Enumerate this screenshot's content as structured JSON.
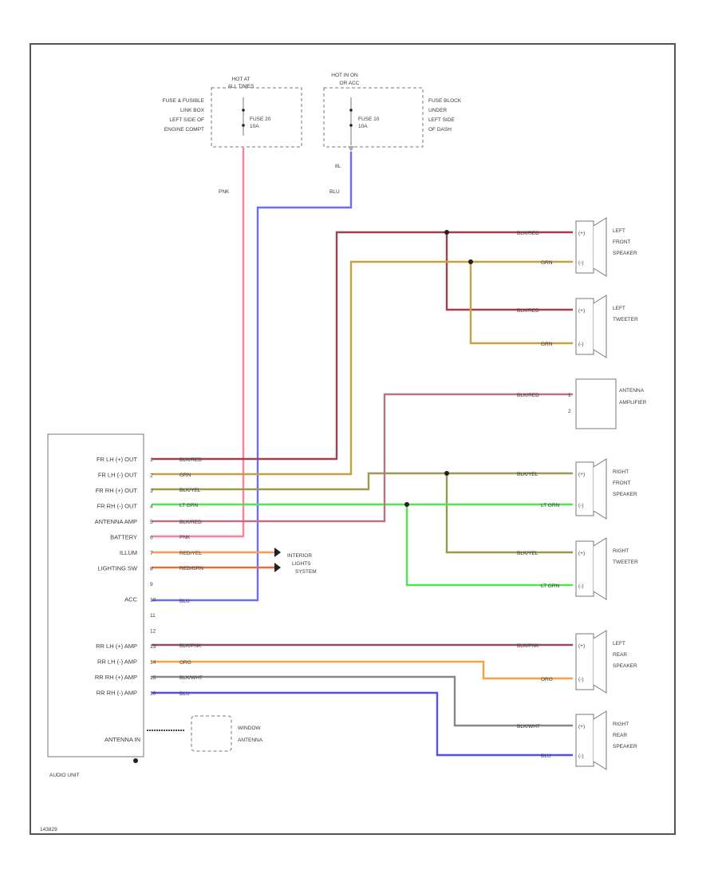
{
  "diagram": {
    "fuse_left": {
      "header": [
        "HOT AT",
        "ALL TIMES"
      ],
      "fuse": [
        "FUSE 20",
        "10A"
      ],
      "location": [
        "FUSE & FUSIBLE",
        "LINK BOX",
        "LEFT SIDE OF",
        "ENGINE COMPT"
      ]
    },
    "fuse_right": {
      "header": [
        "HOT IN ON",
        "OR ACC"
      ],
      "fuse": [
        "FUSE 10",
        "10A"
      ],
      "location": [
        "FUSE BLOCK",
        "UNDER",
        "LEFT SIDE",
        "OF DASH"
      ],
      "connector": "8L"
    },
    "wire_labels": {
      "pnk": "PNK",
      "blu": "BLU",
      "blk_red": "BLK/RED",
      "grn": "GRN",
      "blk_yel": "BLK/YEL",
      "lt_grn": "LT GRN",
      "blk_pnk": "BLK/PNK",
      "org": "ORG",
      "blk_wht": "BLK/WHT"
    },
    "components": {
      "left_front_speaker": [
        "LEFT",
        "FRONT",
        "SPEAKER"
      ],
      "left_tweeter": [
        "LEFT",
        "TWEETER"
      ],
      "antenna_amplifier": [
        "ANTENNA",
        "AMPLIFIER"
      ],
      "right_front_speaker": [
        "RIGHT",
        "FRONT",
        "SPEAKER"
      ],
      "right_tweeter": [
        "RIGHT",
        "TWEETER"
      ],
      "left_rear_speaker": [
        "LEFT",
        "REAR",
        "SPEAKER"
      ],
      "right_rear_speaker": [
        "RIGHT",
        "REAR",
        "SPEAKER"
      ],
      "interior_lights": [
        "INTERIOR",
        "LIGHTS",
        "SYSTEM"
      ],
      "window_antenna": [
        "WINDOW",
        "ANTENNA"
      ]
    },
    "speaker_pins": {
      "plus": "(+)",
      "minus": "(-)"
    },
    "audio_unit": {
      "label": "AUDIO UNIT",
      "pins": [
        {
          "name": "FR LH (+) OUT",
          "num": "1",
          "wire": "BLK/RED"
        },
        {
          "name": "FR LH (-) OUT",
          "num": "2",
          "wire": "GRN"
        },
        {
          "name": "FR RH (+) OUT",
          "num": "3",
          "wire": "BLK/YEL"
        },
        {
          "name": "FR RH (-) OUT",
          "num": "4",
          "wire": "LT GRN"
        },
        {
          "name": "ANTENNA AMP",
          "num": "5",
          "wire": "BLK/RED"
        },
        {
          "name": "BATTERY",
          "num": "6",
          "wire": "PNK"
        },
        {
          "name": "ILLUM",
          "num": "7",
          "wire": "RED/YEL"
        },
        {
          "name": "LIGHTING SW",
          "num": "8",
          "wire": "RED/GRN"
        },
        {
          "name": "",
          "num": "9",
          "wire": ""
        },
        {
          "name": "ACC",
          "num": "10",
          "wire": "BLU"
        },
        {
          "name": "",
          "num": "11",
          "wire": ""
        },
        {
          "name": "",
          "num": "12",
          "wire": ""
        },
        {
          "name": "RR LH (+) AMP",
          "num": "13",
          "wire": "BLK/PNK"
        },
        {
          "name": "RR LH (-) AMP",
          "num": "14",
          "wire": "ORG"
        },
        {
          "name": "RR RH (+) AMP",
          "num": "15",
          "wire": "BLK/WHT"
        },
        {
          "name": "RR RH (-) AMP",
          "num": "16",
          "wire": "BLU"
        }
      ],
      "antenna_in": "ANTENNA IN"
    },
    "footer_code": "143829",
    "colors": {
      "pnk": "#ff7f96",
      "blu": "#6b6bff",
      "blk_red": "#a2404c",
      "grn": "#c8a040",
      "blk_yel": "#9a9a4a",
      "lt_grn": "#4ce84c",
      "blk_red2": "#c07080",
      "red_yel": "#ff9a50",
      "red_grn": "#e07040",
      "blk_pnk": "#9a4a5a",
      "org": "#ffa040",
      "blk_wht": "#888888",
      "blu2": "#5050ff"
    }
  }
}
